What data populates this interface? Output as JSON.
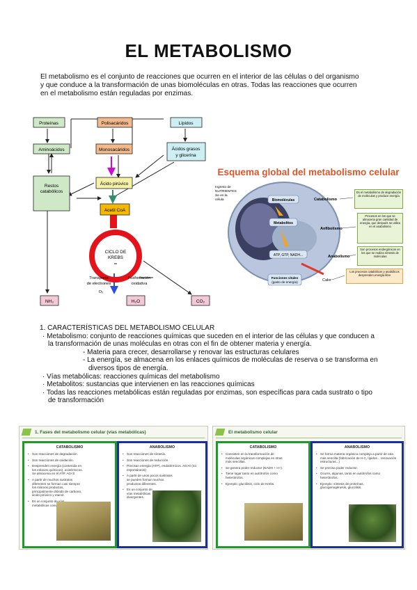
{
  "title": "EL METABOLISMO",
  "intro": "El metabolismo es el conjunto de reacciones que ocurren en el interior de las células o del organismo y que conduce a la transformación de unas biomoléculas en otras. Todas las reacciones que ocurren en el metabolismo están reguladas por enzimas.",
  "diagram1": {
    "proteinas": "Proteínas",
    "polisacaridos": "Polisacáridos",
    "lipidos": "Lípidos",
    "aminoacidos": "Aminoácidos",
    "monosacaridos": "Monosacáridos",
    "acidos_grasos_1": "Ácidos grasos",
    "acidos_grasos_2": "y glicerina",
    "acido_piruvico": "Ácido pirúvico",
    "restos_1": "Restos",
    "restos_2": "catabólicos",
    "acetil": "Acetil CoA",
    "ciclo_1": "CICLO DE",
    "ciclo_2": "KREBS",
    "transporte_1": "Transporte",
    "transporte_2": "de electrones",
    "fosforilacion_1": "Fosforilación",
    "fosforilacion_2": "oxidativa",
    "o2": "O₂",
    "nh3": "NH₃",
    "h2o": "H₂O",
    "co2": "CO₂",
    "colors": {
      "green": "#cfe8c8",
      "orange": "#f2b98c",
      "cyan": "#cdeef2",
      "yellow": "#f6f1a8",
      "acetil": "#f5b800",
      "krebs": "#e3131b",
      "magenta": "#d20ad0",
      "pink": "#f3c9d6"
    }
  },
  "diagram2": {
    "title": "Esquema global del metabolismo celular",
    "ingreso_1": "Ingreso de",
    "ingreso_2": "NUTRIENTES",
    "ingreso_3": "Se en la",
    "ingreso_4": "célula",
    "biomoleculas": "Biomoléculas",
    "metabolitos": "Metabolitos",
    "atp": "ATP, GTP, NADH...",
    "funciones_1": "Funciones vitales",
    "funciones_2": "(gasto de energía)",
    "catabolismo": "Catabolismo",
    "anfibolismo": "Anfibolismo",
    "anabolismo": "Anabolismo",
    "calor": "Calor",
    "box1": "Es el metabolismo de degradación de moléculas y produce energía",
    "box2": "Procesos en los que se almacena gran cantidad de energía, que después se utiliza en el anabolismo",
    "box3": "Son procesos endergónicos en los que se realiza síntesis de moléculas",
    "box4": "Los procesos catabólicos y anabólicos desprenden energía libre"
  },
  "section": {
    "heading": "1.   CARACTERÍSTICAS DEL METABOLISMO CELULAR",
    "b1": "Metabolismo: conjunto de reacciones químicas que suceden en el interior de las células y que conducen a la transformación de unas moléculas en otras con el fin de obtener materia y energía.",
    "s1": "- Materia para crecer, desarrollarse y renovar las estructuras celulares",
    "s2": "- La energía, se almacena en los enlaces químicos de moléculas de reserva o se transforma en diversos tipos de energía.",
    "b2": "Vías metabólicas: reacciones químicas del metabolismo",
    "b3": "Metabolitos: sustancias que intervienen en las reacciones químicas",
    "b4": "Todas las reacciones metabólicas están reguladas por enzimas, son específicas para cada sustrato o tipo de transformación",
    "bullet": "·"
  },
  "panel_left": {
    "title": "1. Fases del metabolismo celular (vías metabólicas)",
    "catabolismo": "CATABOLISMO",
    "anabolismo": "ANABOLISMO",
    "cat_items": [
      "Son reacciones de degradación.",
      "Son reacciones de oxidación.",
      "Desprenden energía (contenida en los enlaces químicos), exotérmicos. Se almacena en el ATP. AG<0",
      "A partir de muchos sustratos diferentes se forman casi siempre los mismos productos, principalmente dióxido de carbono, ácido pirúvico y etanol.",
      "Es un conjunto de vías metabólicas convergentes."
    ],
    "ana_items": [
      "Son reacciones de síntesis.",
      "Son reacciones de reducción.",
      "Precisan energía (ATP), endotérmicos. AG>0 (no espontáneos)",
      "A partir de unos pocos sustratos se pueden formar muchos productos diferentes.",
      "Es un conjunto de vías metabólicas divergentes."
    ]
  },
  "panel_right": {
    "title": "El metabolismo celular",
    "catabolismo": "CATABOLISMO",
    "anabolismo": "ANABOLISMO",
    "cat_items": [
      "Consisten en la transformación de moléculas orgánicas complejas en otras más sencillas.",
      "Se genera poder reductor (NADH + H+).",
      "Tiene lugar tanto en autótrofos como heterótrofos.",
      "Ejemplo: glucólisis, ciclo de Krebs."
    ],
    "ana_items": [
      "Se forma materia orgánica compleja a partir de otra más sencilla (fabricación de H.C, lípidos... renovación estructuras...)",
      "Se precisa poder reductor.",
      "Ocurre, algunas, tanto en autótrofos como heterótrofos.",
      "Ejemplo: síntesis de proteínas, glucogenogénesis, glucolisis."
    ]
  }
}
